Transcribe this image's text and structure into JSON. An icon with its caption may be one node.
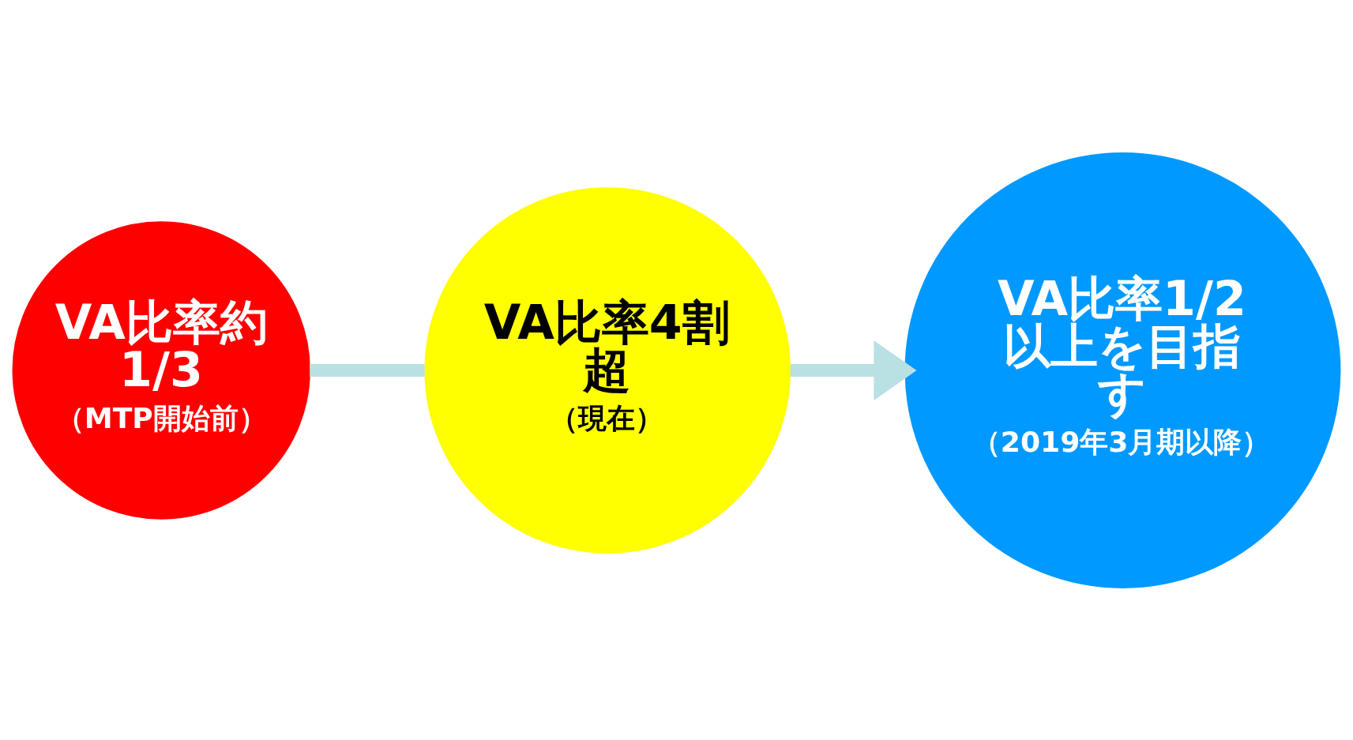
{
  "diagram": {
    "nodes": [
      {
        "text": [
          "VA比率約1/3",
          "（MTP開始前）"
        ]
      },
      {
        "text": [
          "VA比率4割超",
          "（現在）"
        ]
      },
      {
        "text": [
          "VA比率1/2以上を目指す",
          "（2019年3月期以降）"
        ]
      }
    ],
    "edges": [
      {
        "from": 0,
        "to": 1,
        "arrow": "none"
      },
      {
        "from": 1,
        "to": 2,
        "arrow": "to"
      }
    ]
  }
}
